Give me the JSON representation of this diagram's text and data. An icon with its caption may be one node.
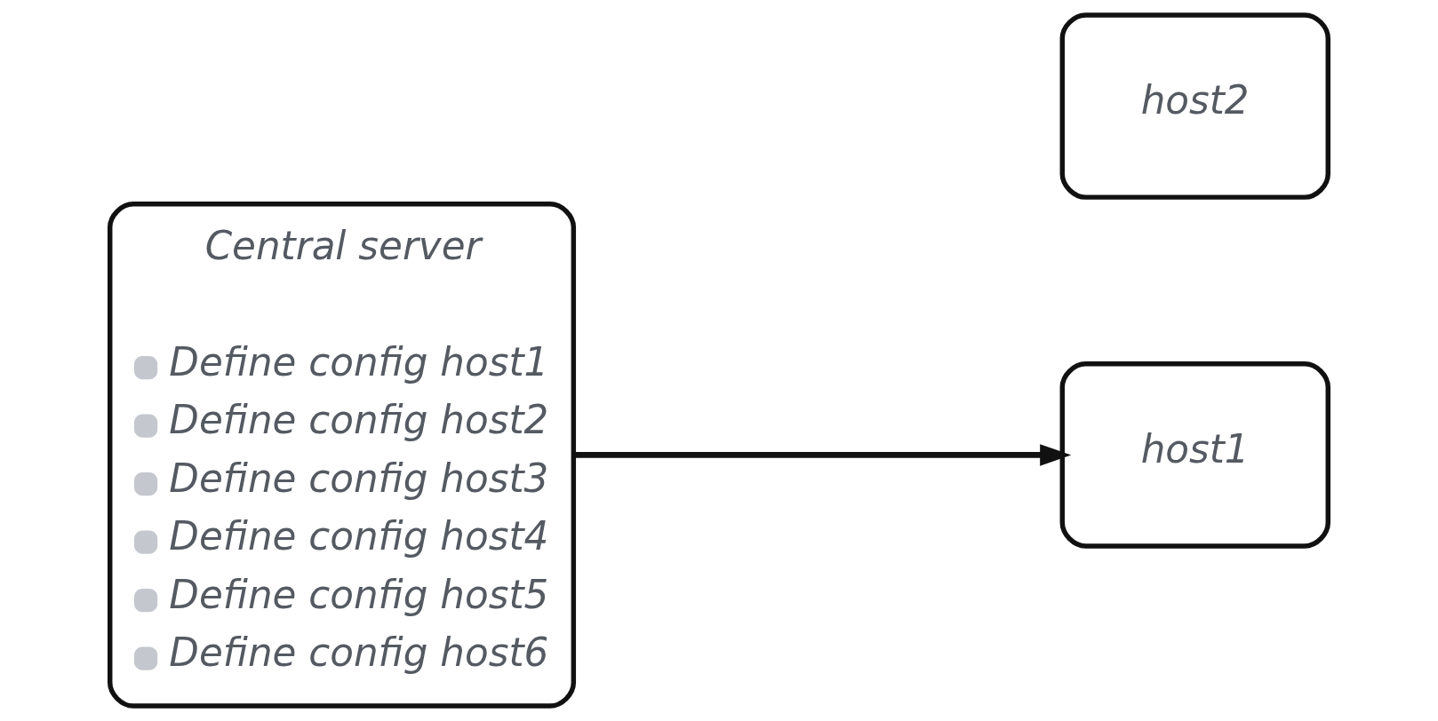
{
  "diagram": {
    "nodes": [
      {
        "text": [
          "Central server",
          "Define config host1",
          "Define config host2",
          "Define config host3",
          "Define config host4",
          "Define config host5",
          "Define config host6"
        ]
      },
      {
        "text": [
          "host1"
        ]
      },
      {
        "text": [
          "host2"
        ]
      }
    ],
    "edges": [
      {
        "from": 0,
        "to": 1,
        "arrow": "to"
      }
    ]
  }
}
